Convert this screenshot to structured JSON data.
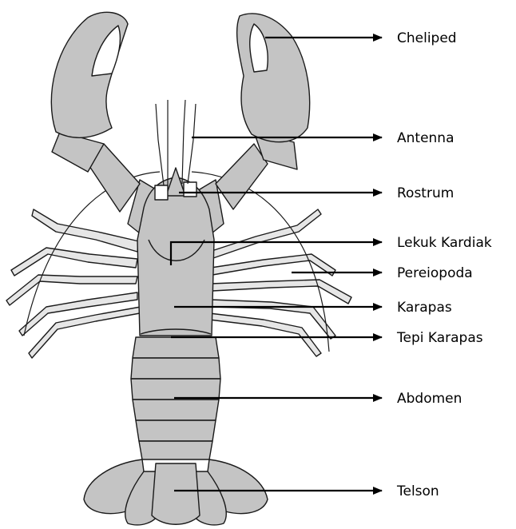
{
  "labels": {
    "cheliped": "Cheliped",
    "antenna": "Antenna",
    "rostrum": "Rostrum",
    "lekuk_kardiak": "Lekuk Kardiak",
    "pereiopoda": "Pereiopoda",
    "karapas": "Karapas",
    "tepi_karapas": "Tepi Karapas",
    "abdomen": "Abdomen",
    "telson": "Telson"
  },
  "colors": {
    "body_fill": "#c4c4c4",
    "outline": "#1a1a1a",
    "arrow": "#000000",
    "background": "#ffffff"
  }
}
